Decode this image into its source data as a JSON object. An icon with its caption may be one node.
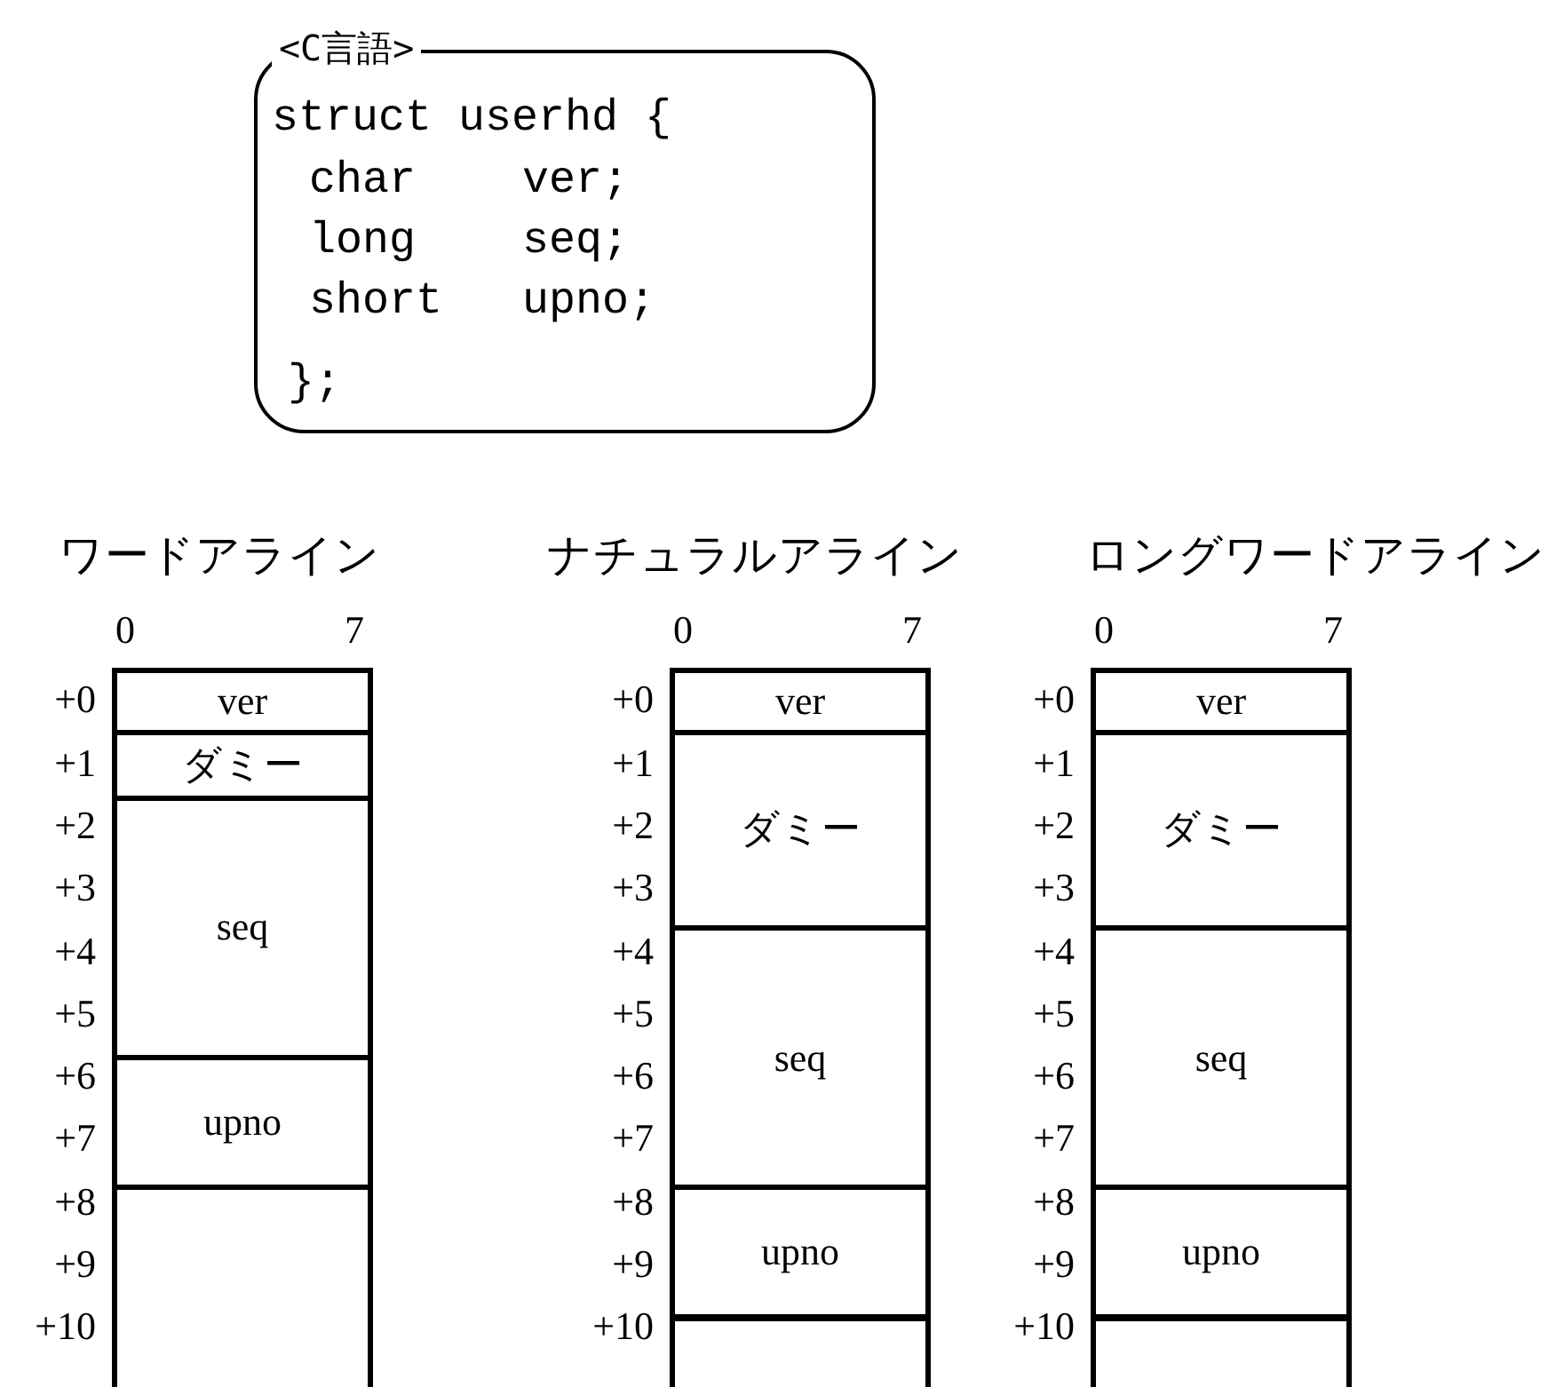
{
  "diagram": {
    "nodes": [
      {
        "text": [
          "<C言語>",
          "struct userhd {",
          "char ver;",
          "long seq;",
          "short upno;",
          "};"
        ]
      },
      {
        "text": [
          "ver"
        ]
      },
      {
        "text": [
          "ダミー"
        ]
      },
      {
        "text": [
          "seq"
        ]
      },
      {
        "text": [
          "upno"
        ]
      },
      {
        "text": [],
        "shape": "box"
      },
      {
        "text": [
          "ver"
        ]
      },
      {
        "text": [
          "ダミー"
        ]
      },
      {
        "text": [
          "seq"
        ]
      },
      {
        "text": [
          "upno"
        ]
      },
      {
        "text": [],
        "shape": "box"
      },
      {
        "text": [
          "ver"
        ]
      },
      {
        "text": [
          "ダミー"
        ]
      },
      {
        "text": [
          "seq"
        ]
      },
      {
        "text": [
          "upno"
        ]
      },
      {
        "text": [],
        "shape": "box"
      }
    ],
    "labels": [
      "ワードアライン",
      "ナチュラルアライン",
      "ロングワードアライン",
      "0",
      "7",
      "+0",
      "+1",
      "+2",
      "+3",
      "+4",
      "+5",
      "+6",
      "+7",
      "+8",
      "+9",
      "+10",
      "0",
      "7",
      "+0",
      "+1",
      "+2",
      "+3",
      "+4",
      "+5",
      "+6",
      "+7",
      "+8",
      "+9",
      "+10",
      "0",
      "7",
      "+0",
      "+1",
      "+2",
      "+3",
      "+4",
      "+5",
      "+6",
      "+7",
      "+8",
      "+9",
      "+10"
    ]
  }
}
